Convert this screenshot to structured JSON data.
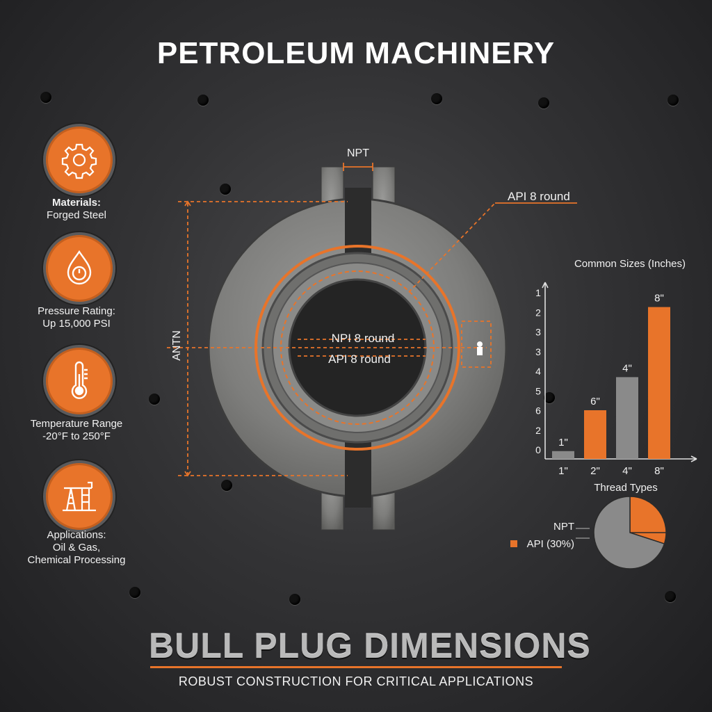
{
  "header": {
    "title": "PETROLEUM MACHINERY"
  },
  "features": [
    {
      "icon": "gear-icon",
      "title": "Materials:",
      "value": "Forged Steel"
    },
    {
      "icon": "pressure-drop-icon",
      "title": "Pressure Rating:",
      "value": "Up 15,000 PSI"
    },
    {
      "icon": "thermometer-icon",
      "title": "Temperature Range",
      "value": "-20°F to 250°F"
    },
    {
      "icon": "oil-rig-icon",
      "title": "Applications:",
      "value_line1": "Oil & Gas,",
      "value_line2": "Chemical Processing"
    }
  ],
  "diagram": {
    "top_label": "NPT",
    "callout_label": "API 8 round",
    "inner_label_1": "NPI 8 round",
    "inner_label_2": "API 8 round",
    "side_label": "ANTN"
  },
  "chart_data": [
    {
      "type": "bar",
      "title": "Common Sizes (Inches)",
      "categories": [
        "1\"",
        "2\"",
        "4\"",
        "8\""
      ],
      "values": [
        0.4,
        2.5,
        4.2,
        7.8
      ],
      "data_labels": [
        "1\"",
        "6\"",
        "4\"",
        "8\""
      ],
      "y_tick_labels": [
        "1",
        "2",
        "3",
        "3",
        "4",
        "5",
        "6",
        "2",
        "0"
      ],
      "colors": [
        "#8a8a8a",
        "#e8742a",
        "#8a8a8a",
        "#e8742a"
      ]
    },
    {
      "type": "pie",
      "title": "Thread Types",
      "slices": [
        {
          "label": "NPT",
          "value": 70,
          "color": "#8a8a8a"
        },
        {
          "label": "API  (30%)",
          "value": 30,
          "color": "#e8742a"
        }
      ]
    }
  ],
  "footer": {
    "title": "BULL PLUG DIMENSIONS",
    "subtitle": "ROBUST CONSTRUCTION FOR CRITICAL APPLICATIONS"
  },
  "colors": {
    "accent": "#e8742a",
    "steel": "#8a8a8a",
    "background": "#2e2e30"
  }
}
